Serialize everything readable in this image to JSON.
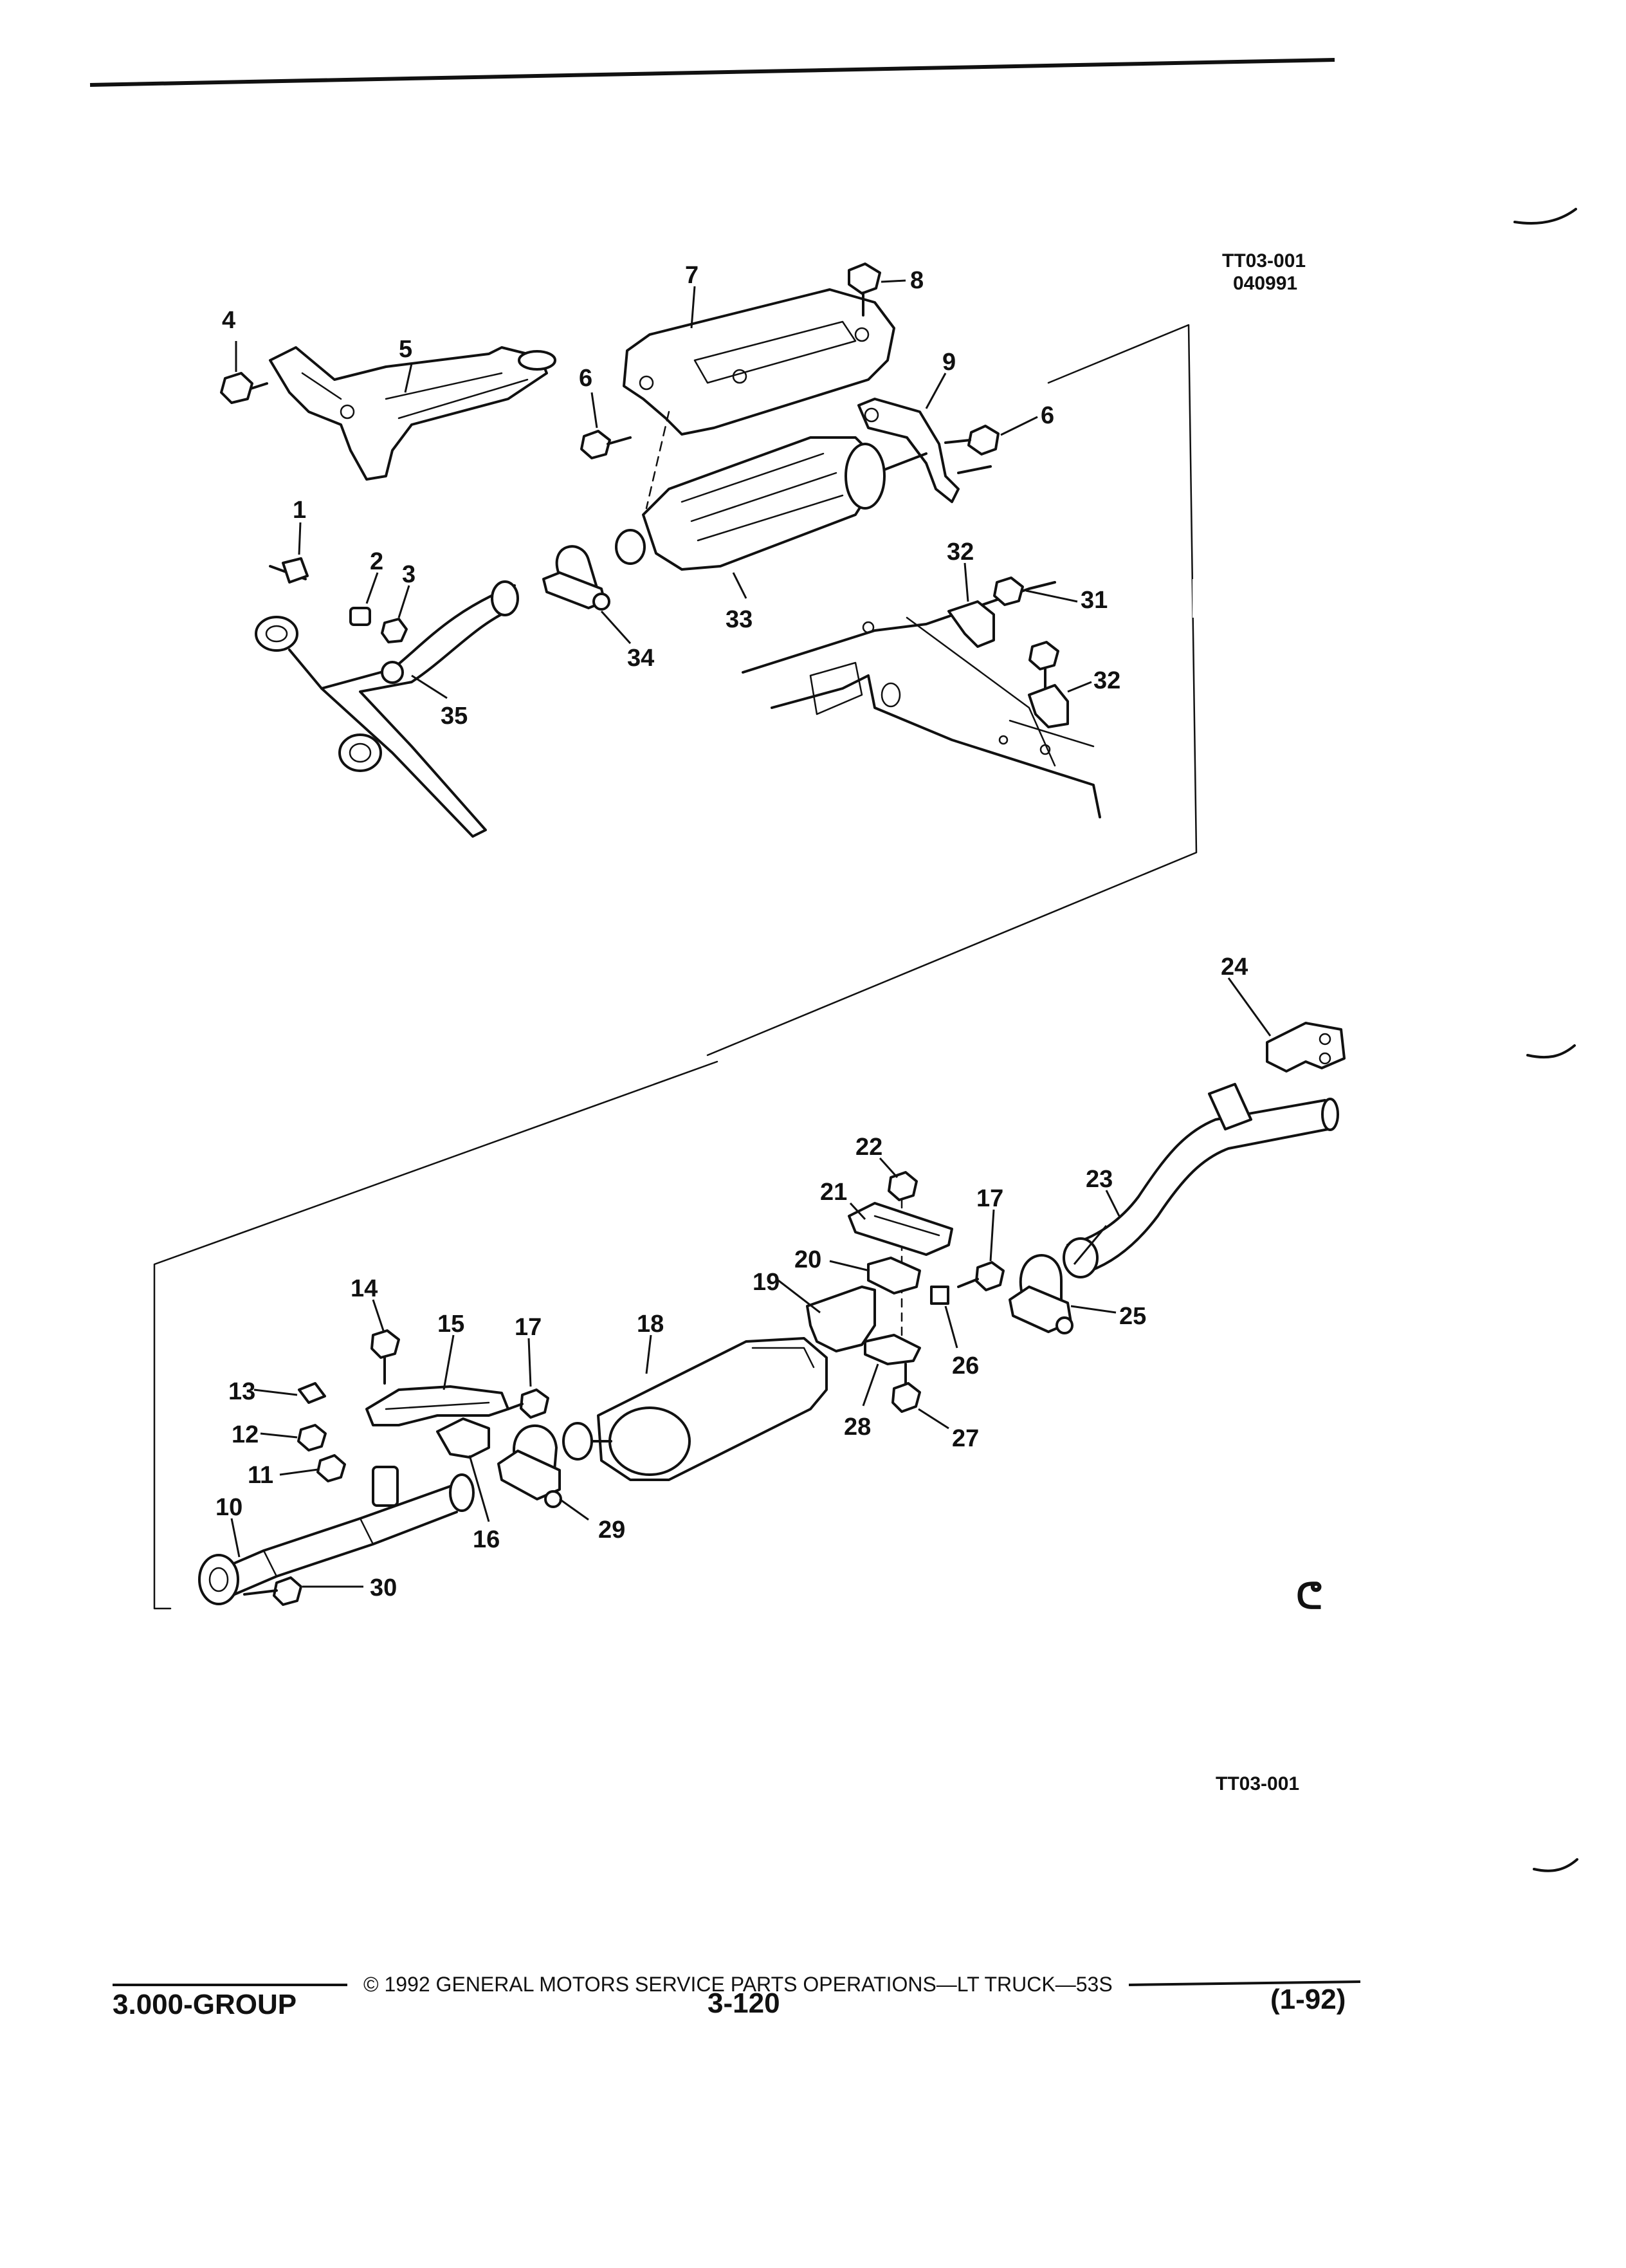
{
  "figure": {
    "ref_top": [
      "TT03-001",
      "040991"
    ],
    "ref_bottom": "TT03-001",
    "callouts": {
      "c1": "1",
      "c2": "2",
      "c3": "3",
      "c4": "4",
      "c5": "5",
      "c6a": "6",
      "c6b": "6",
      "c7": "7",
      "c8": "8",
      "c9": "9",
      "c10": "10",
      "c11": "11",
      "c12": "12",
      "c13": "13",
      "c14": "14",
      "c15": "15",
      "c16": "16",
      "c17a": "17",
      "c17b": "17",
      "c18": "18",
      "c19": "19",
      "c20": "20",
      "c21": "21",
      "c22": "22",
      "c23": "23",
      "c24": "24",
      "c25": "25",
      "c26": "26",
      "c27": "27",
      "c28": "28",
      "c29": "29",
      "c30": "30",
      "c31": "31",
      "c32a": "32",
      "c32b": "32",
      "c33": "33",
      "c34": "34",
      "c35": "35"
    },
    "mark": "ᕦ"
  },
  "footer": {
    "copyright": "© 1992 GENERAL MOTORS SERVICE PARTS OPERATIONS—LT TRUCK—53S",
    "group": "3.000-GROUP",
    "page_number": "3-120",
    "revision": "(1-92)"
  }
}
